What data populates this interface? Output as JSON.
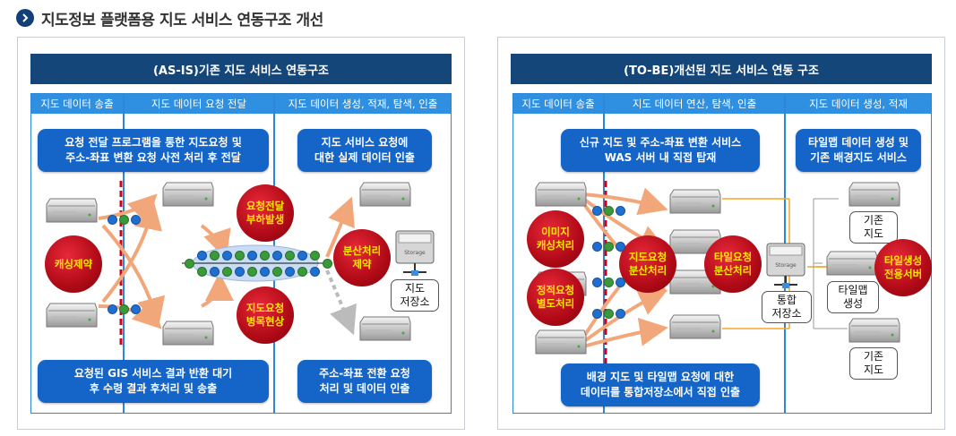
{
  "page": {
    "title": "지도정보 플랫폼용 지도 서비스 연동구조 개선"
  },
  "as_is": {
    "header": "(AS-IS)기존 지도 서비스 연동구조",
    "sections": [
      "지도 데이터 송출",
      "지도 데이터 요청 전달",
      "지도 데이터 생성, 적재, 탐색, 인출"
    ],
    "callouts": {
      "top_left": "요청 전달 프로그램을 통한 지도요청 및\n주소-좌표 변환 요청 사전 처리 후 전달",
      "top_right": "지도 서비스 요청에\n대한 실제 데이터 인출",
      "bottom_left": "요청된 GIS 서비스 결과 반환 대기\n후 수령 결과 후처리 및 송출",
      "bottom_right": "주소-좌표 전환 요청\n처리 및 데이터 인출"
    },
    "badges": {
      "cache": "캐싱제약",
      "load": "요청전달\n부하발생",
      "bottleneck": "지도요청\n병목현상",
      "distribute": "분산처리\n제약"
    },
    "storage_label": "지도\n저장소",
    "storage_device_text": "Storage"
  },
  "to_be": {
    "header": "(TO-BE)개선된 지도 서비스 연동 구조",
    "sections": [
      "지도 데이터 송출",
      "지도 데이터 연산, 탐색, 인출",
      "지도 데이터 생성, 적재"
    ],
    "callouts": {
      "top_mid": "신규 지도 및 주소-좌표 변환 서비스\nWAS 서버 내 직접 탑재",
      "top_right": "타일맵 데이터 생성 및\n기존 배경지도 서비스",
      "bottom_mid": "배경 지도 및 타일맵 요청에 대한\n데이터를 통합저장소에서 직접 인출"
    },
    "badges": {
      "image_cache": "이미지\n캐싱처리",
      "static": "정적요청\n별도처리",
      "map_dist": "지도요청\n분산처리",
      "tile_dist": "타일요청\n분산처리",
      "tile_server": "타일생성\n전용서버"
    },
    "labels": {
      "integrated_storage": "통합\n저장소",
      "existing_map_top": "기존\n지도",
      "tilemap_gen": "타일맵\n생성",
      "existing_map_bottom": "기존\n지도"
    },
    "storage_device_text": "Storage"
  },
  "colors": {
    "header_bg": "#15467a",
    "section_head": "#2f8fe0",
    "callout": "#1565c8",
    "badge": "#c3101e",
    "badge_text": "#ffe800",
    "arrow": "#f2a77a",
    "orange_line": "#f5a623"
  }
}
